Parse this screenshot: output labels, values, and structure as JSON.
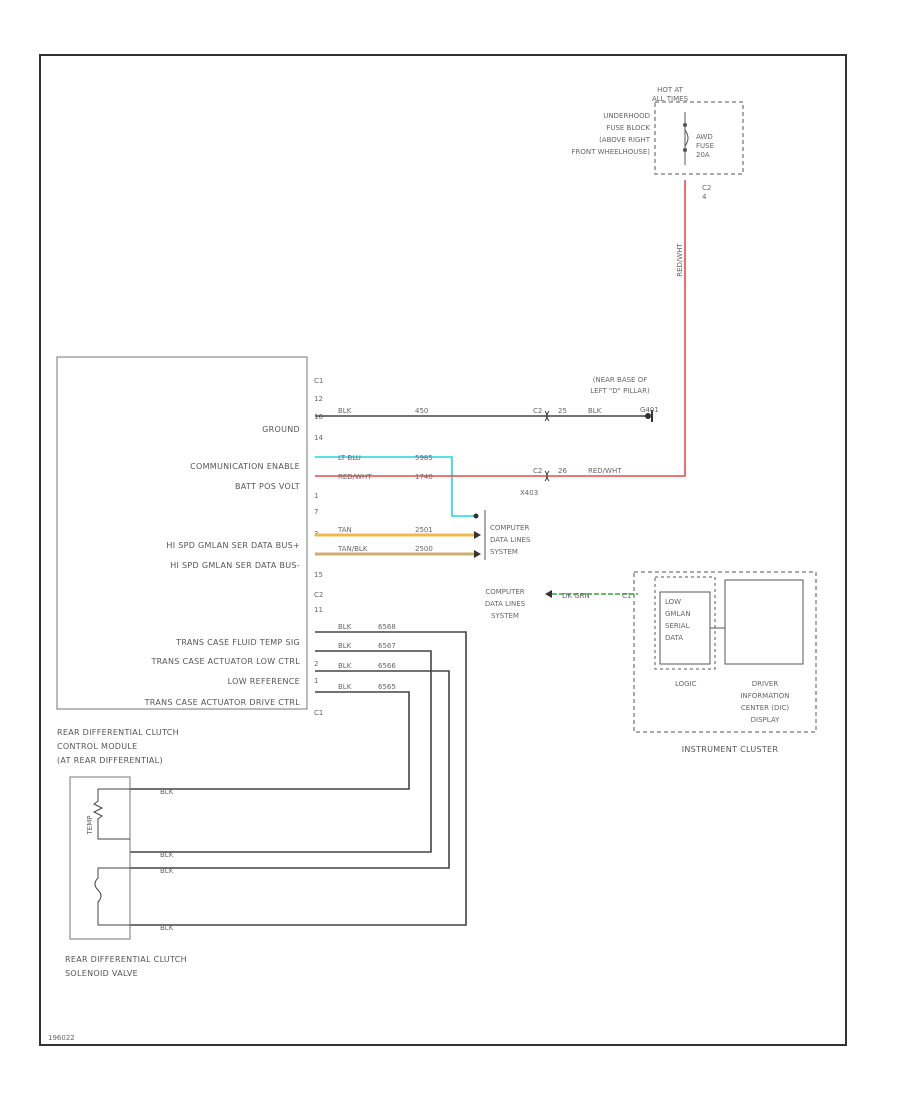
{
  "power_source": {
    "hot_label": "HOT AT ALL TIMES",
    "fuse_block_label": [
      "UNDERHOOD",
      "FUSE BLOCK",
      "(ABOVE RIGHT",
      "FRONT WHEELHOUSE)"
    ],
    "fuse_label": [
      "AWD",
      "FUSE",
      "20A"
    ],
    "connector_pins": [
      "C2",
      "4"
    ],
    "wire_label": "RED/WHT"
  },
  "module": {
    "name": [
      "REAR DIFFERENTIAL CLUTCH",
      "CONTROL MODULE",
      "(AT REAR DIFFERENTIAL)"
    ],
    "pins_top": [
      "C1",
      "12",
      "16",
      "14",
      "1",
      "7",
      "3",
      "15",
      "C2",
      "11",
      "2",
      "1",
      "C1"
    ],
    "circuits": {
      "ground": "GROUND",
      "comm_enable": "COMMUNICATION ENABLE",
      "batt_pos": "BATT POS VOLT",
      "hs_can_plus": "HI SPD GMLAN SER DATA BUS+",
      "hs_can_minus": "HI SPD GMLAN SER DATA BUS-",
      "fluid_temp": "TRANS CASE FLUID TEMP SIG",
      "actuator_low": "TRANS CASE ACTUATOR LOW CTRL",
      "low_ref": "LOW REFERENCE",
      "actuator_drive": "TRANS CASE ACTUATOR DRIVE CTRL"
    }
  },
  "wires": {
    "ground": {
      "color": "BLK",
      "circuit": "450",
      "connector": "C2",
      "connector_pin": "25",
      "after": "BLK"
    },
    "comm_enable": {
      "color": "LT BLU",
      "circuit": "5985"
    },
    "batt_pos": {
      "color": "RED/WHT",
      "circuit": "1740",
      "connector": "C2",
      "connector_pin": "26",
      "after": "RED/WHT"
    },
    "hs_can_plus": {
      "color": "TAN",
      "circuit": "2501"
    },
    "hs_can_minus": {
      "color": "TAN/BLK",
      "circuit": "2500"
    },
    "fluid_temp": {
      "color": "BLK",
      "circuit": "6568"
    },
    "actuator_low": {
      "color": "BLK",
      "circuit": "6567"
    },
    "low_ref": {
      "color": "BLK",
      "circuit": "6566"
    },
    "actuator_drive": {
      "color": "BLK",
      "circuit": "6565"
    }
  },
  "ground_label": [
    "(NEAR BASE OF",
    "LEFT \"D\" PILLAR)"
  ],
  "ground_id": "G401",
  "inline_connector": "X403",
  "data_lines_1": [
    "COMPUTER",
    "DATA LINES",
    "SYSTEM"
  ],
  "data_lines_2": [
    "COMPUTER",
    "DATA LINES",
    "SYSTEM"
  ],
  "cluster": {
    "wire_color": "DK GRN",
    "wire_pin": "C1",
    "serial_box": [
      "LOW",
      "GMLAN",
      "SERIAL",
      "DATA"
    ],
    "logic_label": "LOGIC",
    "dic_label": [
      "DRIVER",
      "INFORMATION",
      "CENTER (DIC)",
      "DISPLAY"
    ],
    "name": "INSTRUMENT CLUSTER"
  },
  "solenoid": {
    "wire_color": "BLK",
    "sensor_label": "TEMP",
    "name": [
      "REAR DIFFERENTIAL CLUTCH",
      "SOLENOID VALVE"
    ]
  },
  "footer_code": "196022",
  "colors": {
    "red": "#e84a4a",
    "cyan": "#22d3e6",
    "tan": "#f2b84a",
    "tan_blk": "#c9b070",
    "dark": "#444444",
    "green": "#3aa53a"
  }
}
